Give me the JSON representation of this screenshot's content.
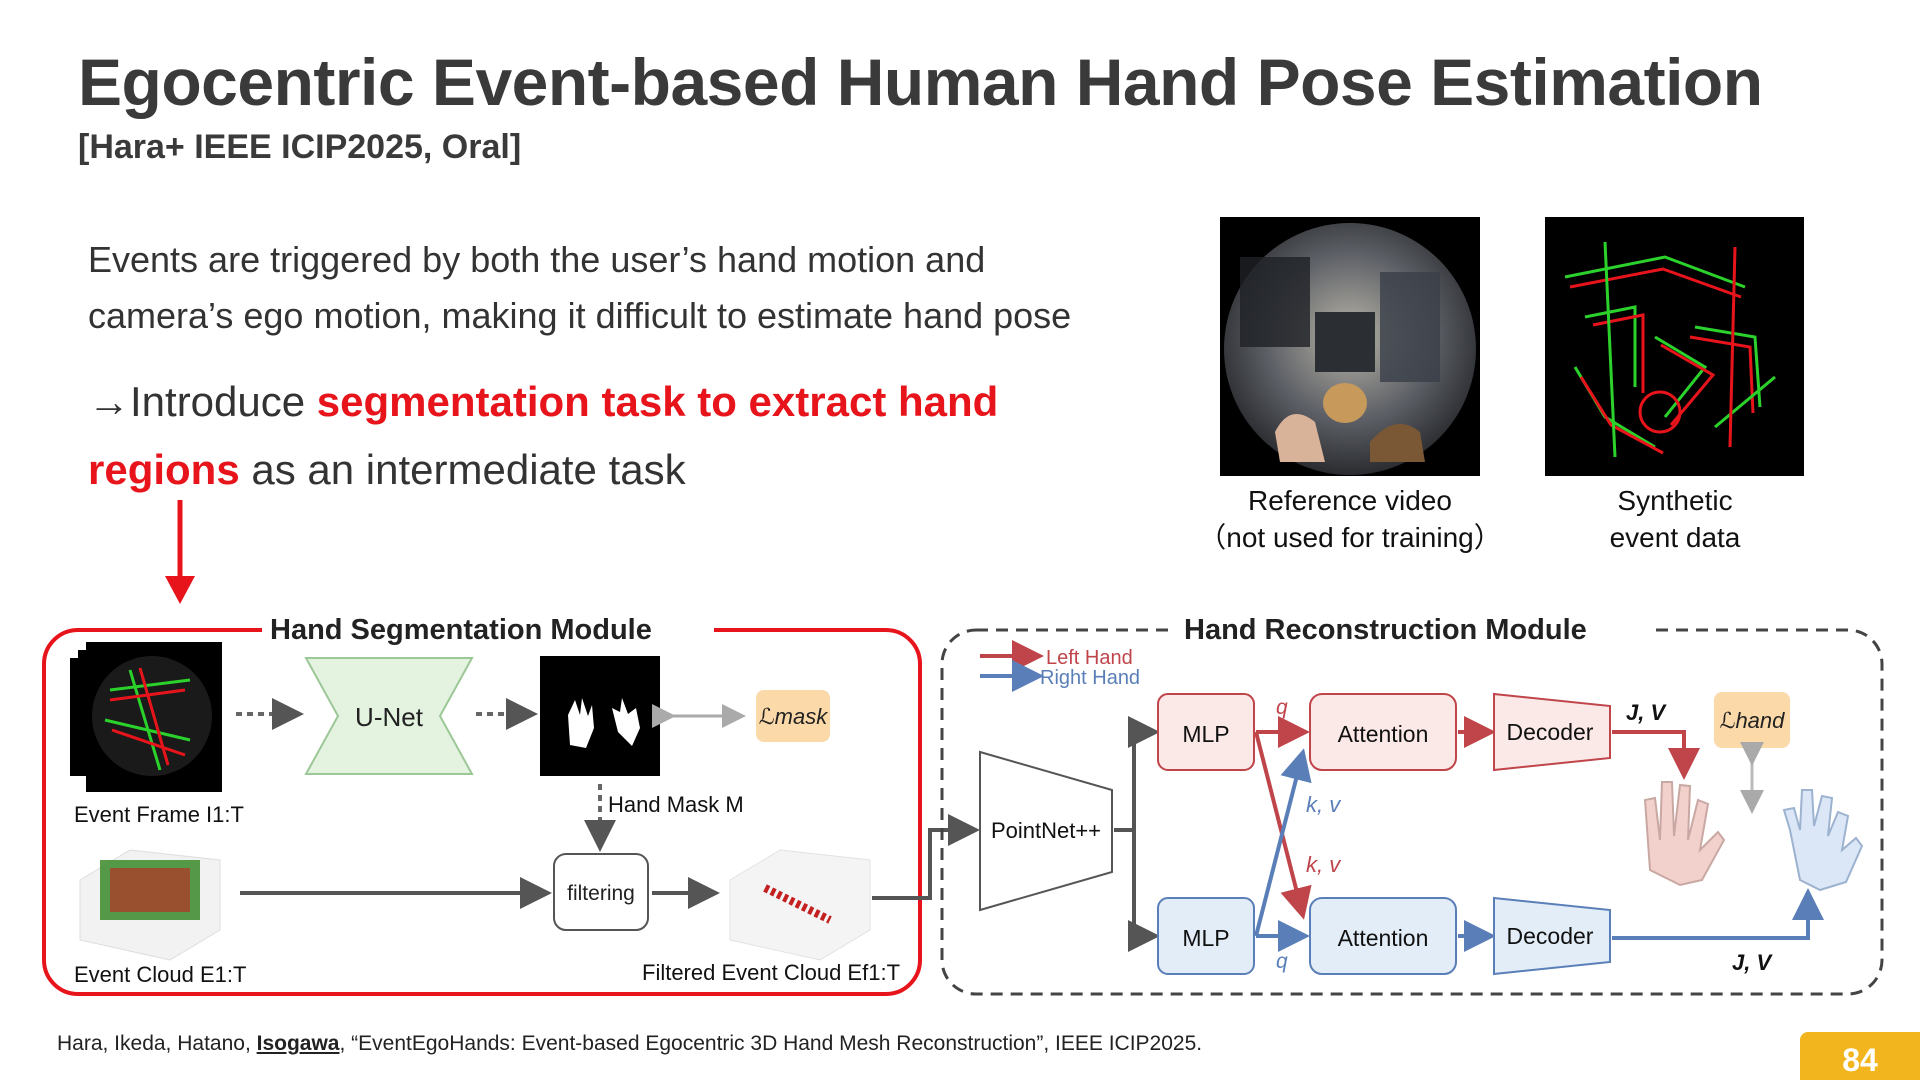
{
  "slide": {
    "title": "Egocentric Event-based Human Hand Pose Estimation",
    "subtitle": "[Hara+ IEEE ICIP2025, Oral]",
    "para1_line1": "Events are triggered by both the user’s hand motion and",
    "para1_line2": "camera’s ego motion, making it difficult to estimate hand pose",
    "para2_prefix": "→Introduce ",
    "para2_highlight1": "segmentation task to extract hand",
    "para2_highlight2": "regions",
    "para2_suffix": " as an intermediate task",
    "image1_caption_line1": "Reference video",
    "image1_caption_line2": "（not used for training）",
    "image2_caption_line1": "Synthetic",
    "image2_caption_line2": "event data",
    "citation_prefix": "Hara, Ikeda, Hatano, ",
    "citation_author": "Isogawa",
    "citation_suffix": ", “EventEgoHands: Event-based Egocentric 3D Hand Mesh Reconstruction”, IEEE ICIP2025.",
    "page_number": "84"
  },
  "diagram": {
    "seg_module_title": "Hand Segmentation Module",
    "recon_module_title": "Hand Reconstruction Module",
    "unet": "U-Net",
    "loss_mask": "ℒmask",
    "event_frame": "Event Frame I1:T",
    "hand_mask": "Hand Mask M",
    "filtering": "filtering",
    "event_cloud": "Event Cloud E1:T",
    "filtered_cloud": "Filtered Event Cloud Ef1:T",
    "legend_left": "Left Hand",
    "legend_right": "Right Hand",
    "pointnet": "PointNet++",
    "mlp_top": "MLP",
    "mlp_bottom": "MLP",
    "attention_top": "Attention",
    "attention_bottom": "Attention",
    "decoder_top": "Decoder",
    "decoder_bottom": "Decoder",
    "q": "q",
    "kv": "k, v",
    "jv": "J, V",
    "loss_hand": "ℒhand",
    "colors": {
      "red": "#e8141b",
      "left_hand": "#c0454a",
      "right_hand": "#5a7fb8",
      "loss_bg": "#fbd9a8",
      "unet_bg": "#e4f3e0"
    }
  }
}
